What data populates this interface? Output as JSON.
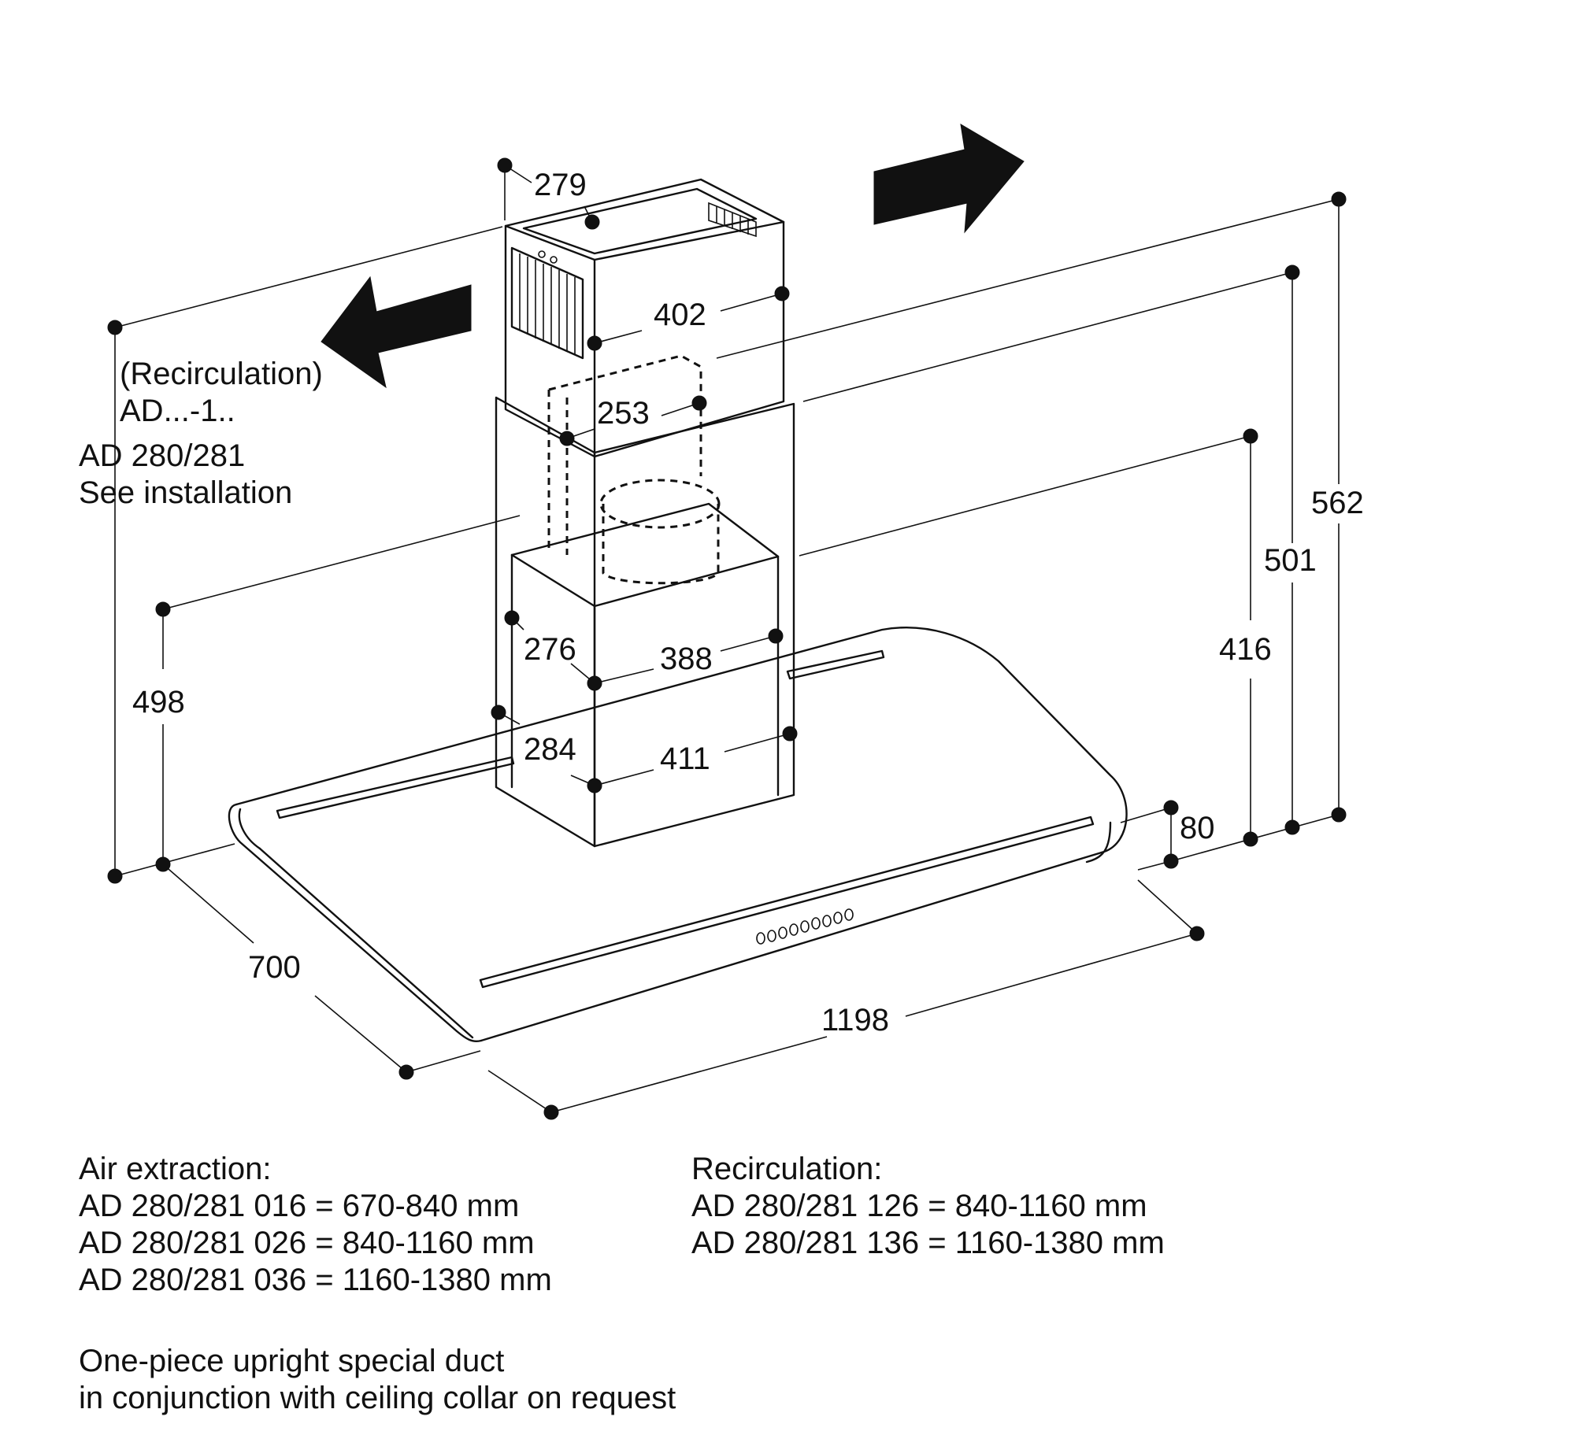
{
  "dimensions": {
    "top_depth": "279",
    "chimney_upper_width": "402",
    "inner_duct": "253",
    "chimney_lower_depth_a": "276",
    "chimney_lower_width_a": "388",
    "chimney_lower_depth_b": "284",
    "chimney_lower_width_b": "411",
    "height_left": "498",
    "canopy_depth": "700",
    "canopy_width": "1198",
    "canopy_thickness": "80",
    "height_416": "416",
    "height_501": "501",
    "height_562": "562"
  },
  "notes_left": {
    "recirculation": "(Recirculation)",
    "ad_code": "AD...-1..",
    "model": "AD 280/281",
    "see_installation": "See installation"
  },
  "air_extraction": {
    "title": "Air extraction:",
    "items": [
      "AD 280/281 016 = 670-840 mm",
      "AD 280/281 026 = 840-1160 mm",
      "AD 280/281 036 = 1160-1380 mm"
    ]
  },
  "recirculation": {
    "title": "Recirculation:",
    "items": [
      "AD 280/281 126 = 840-1160 mm",
      "AD 280/281 136 = 1160-1380 mm"
    ]
  },
  "footnote": {
    "line1": "One-piece upright special duct",
    "line2": "in conjunction with ceiling collar on request"
  }
}
